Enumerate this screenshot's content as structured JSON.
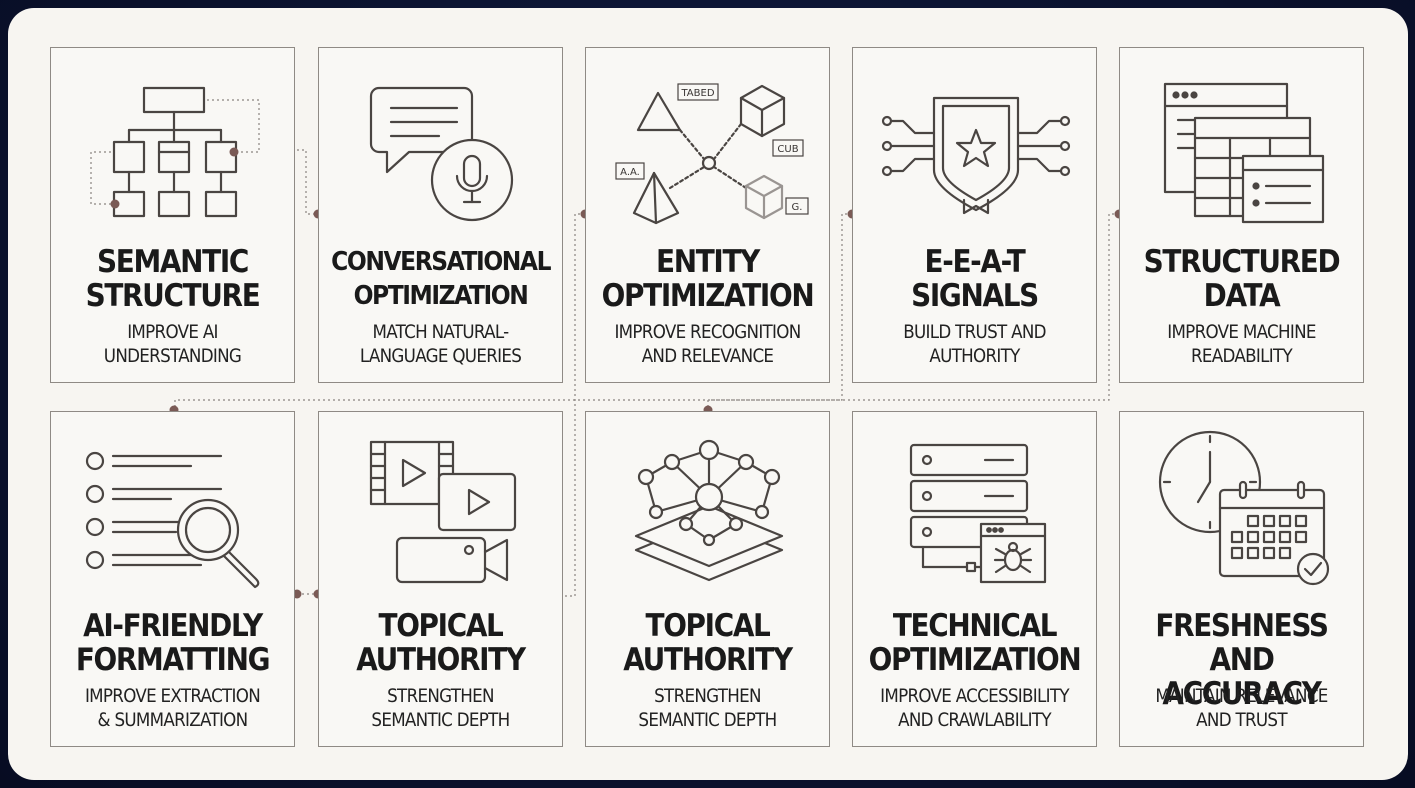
{
  "cards": [
    {
      "title1": "SEMANTIC",
      "title2": "STRUCTURE",
      "sub1": "IMPROVE AI",
      "sub2": "UNDERSTANDING",
      "icon": "sitemap-icon"
    },
    {
      "title1": "CONVERSATIONAL",
      "title2": "OPTIMIZATION",
      "sub1": "MATCH NATURAL-",
      "sub2": "LANGUAGE QUERIES",
      "icon": "chat-microphone-icon"
    },
    {
      "title1": "ENTITY",
      "title2": "OPTIMIZATION",
      "sub1": "IMPROVE RECOGNITION",
      "sub2": "AND RELEVANCE",
      "icon": "entity-shapes-icon"
    },
    {
      "title1": "E-E-A-T",
      "title2": "SIGNALS",
      "sub1": "BUILD TRUST AND",
      "sub2": "AUTHORITY",
      "icon": "shield-star-icon"
    },
    {
      "title1": "STRUCTURED",
      "title2": "DATA",
      "sub1": "IMPROVE MACHINE",
      "sub2": "READABILITY",
      "icon": "data-tables-icon"
    },
    {
      "title1": "AI-FRIENDLY",
      "title2": "FORMATTING",
      "sub1": "IMPROVE EXTRACTION",
      "sub2": "& SUMMARIZATION",
      "icon": "list-magnifier-icon"
    },
    {
      "title1": "TOPICAL",
      "title2": "AUTHORITY",
      "sub1": "STRENGTHEN",
      "sub2": "SEMANTIC DEPTH",
      "icon": "video-media-icon"
    },
    {
      "title1": "TOPICAL",
      "title2": "AUTHORITY",
      "sub1": "STRENGTHEN",
      "sub2": "SEMANTIC DEPTH",
      "icon": "network-layers-icon"
    },
    {
      "title1": "TECHNICAL",
      "title2": "OPTIMIZATION",
      "sub1": "IMPROVE ACCESSIBILITY",
      "sub2": "AND CRAWLABILITY",
      "icon": "server-bug-icon"
    },
    {
      "title1": "FRESHNESS",
      "title2": "AND ACCURACY",
      "sub1": "MAINTAIN RELEVANCE",
      "sub2": "AND TRUST",
      "icon": "clock-calendar-icon"
    }
  ],
  "icon_labels": {
    "tabed": "TABED",
    "cub": "CUB",
    "aa": "A.A.",
    "g": "G."
  },
  "colors": {
    "background": "#0b1330",
    "panel": "#f7f5f1",
    "border": "#8f8a85",
    "connector_dot": "#7a5a55",
    "text": "#1a1a1a"
  }
}
